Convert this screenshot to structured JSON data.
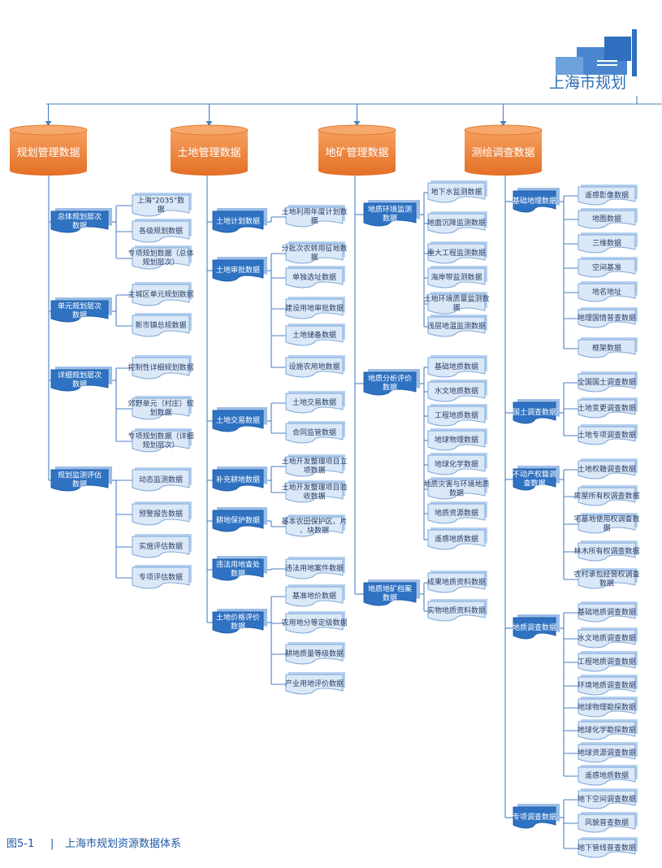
{
  "logo": {
    "text": "上海市规划"
  },
  "caption": {
    "number": "图5-1",
    "separator": "|",
    "title": "上海市规划资源数据体系"
  },
  "colors": {
    "accent": "#e87b2f",
    "mid": "#2f72c2",
    "leaf_fill": "#dbe8f7",
    "leaf_text": "#2a3f66",
    "line": "#4a80c4",
    "caption": "#1e58a6"
  },
  "categories": [
    {
      "label": "规划管理数据",
      "groups": [
        {
          "label": "总体规划层次数据",
          "items": [
            "上海\"2035\"数据",
            "各级规划数据",
            "专项规划数据（总体规划层次）"
          ]
        },
        {
          "label": "单元规划层次数据",
          "items": [
            "主城区单元规划数据",
            "新市镇总规数据"
          ]
        },
        {
          "label": "详细规划层次数据",
          "items": [
            "控制性详细规划数据",
            "郊野单元（村庄）规划数据",
            "专项规划数据（详细规划层次）"
          ]
        },
        {
          "label": "规划监测评估数据",
          "items": [
            "动态监测数据",
            "预警报告数据",
            "实施评估数据",
            "专项评估数据"
          ]
        }
      ]
    },
    {
      "label": "土地管理数据",
      "groups": [
        {
          "label": "土地计划数据",
          "items": [
            "土地利用年度计划数据"
          ]
        },
        {
          "label": "土地审批数据",
          "items": [
            "分批次农转用征地数据",
            "单独选址数据",
            "建设用地审批数据",
            "土地储备数据",
            "设施农用地数据"
          ]
        },
        {
          "label": "土地交易数据",
          "items": [
            "土地交易数据",
            "合同监管数据"
          ]
        },
        {
          "label": "补充耕地数据",
          "items": [
            "土地开发整理项目立项数据",
            "土地开发整理项目验收数据"
          ]
        },
        {
          "label": "耕地保护数据",
          "items": [
            "基本农田保护区、片、块数据"
          ]
        },
        {
          "label": "违法用地查处数据",
          "items": [
            "违法用地案件数据"
          ]
        },
        {
          "label": "土地价格评价数据",
          "items": [
            "基准地价数据",
            "农用地分等定级数据",
            "耕地质量等级数据",
            "产业用地评价数据"
          ]
        }
      ]
    },
    {
      "label": "地矿管理数据",
      "groups": [
        {
          "label": "地质环境监测数据",
          "items": [
            "地下水监测数据",
            "地面沉降监测数据",
            "重大工程监测数据",
            "海岸带监测数据",
            "土地环境质量监测数据",
            "浅层地温监测数据"
          ]
        },
        {
          "label": "地质分析评价数据",
          "items": [
            "基础地质数据",
            "水文地质数据",
            "工程地质数据",
            "地球物理数据",
            "地球化学数据",
            "地质灾害与环境地质数据",
            "地质资源数据",
            "遥感地质数据"
          ]
        },
        {
          "label": "地质地矿档案数据",
          "items": [
            "成果地质资料数据",
            "实物地质资料数据"
          ]
        }
      ]
    },
    {
      "label": "测绘调查数据",
      "groups": [
        {
          "label": "基础地理数据",
          "items": [
            "遥感影像数据",
            "地图数据",
            "三维数据",
            "空间基准",
            "地名地址",
            "地理国情普查数据",
            "框架数据"
          ]
        },
        {
          "label": "国土调查数据",
          "items": [
            "全国国土调查数据",
            "土地变更调查数据",
            "土地专项调查数据"
          ]
        },
        {
          "label": "不动产权籍调查数据",
          "items": [
            "土地权籍调查数据",
            "房屋所有权调查数据",
            "宅基地使用权调查数据",
            "林木所有权调查数据",
            "农村承包经营权调查数据"
          ]
        },
        {
          "label": "地质调查数据",
          "items": [
            "基础地质调查数据",
            "水文地质调查数据",
            "工程地质调查数据",
            "环境地质调查数据",
            "地球物理勘探数据",
            "地球化学勘探数据",
            "地球资源调查数据",
            "遥感地质数据"
          ]
        },
        {
          "label": "专项调查数据",
          "items": [
            "地下空间调查数据",
            "风貌普查数据",
            "地下管线普查数据"
          ]
        }
      ]
    }
  ]
}
